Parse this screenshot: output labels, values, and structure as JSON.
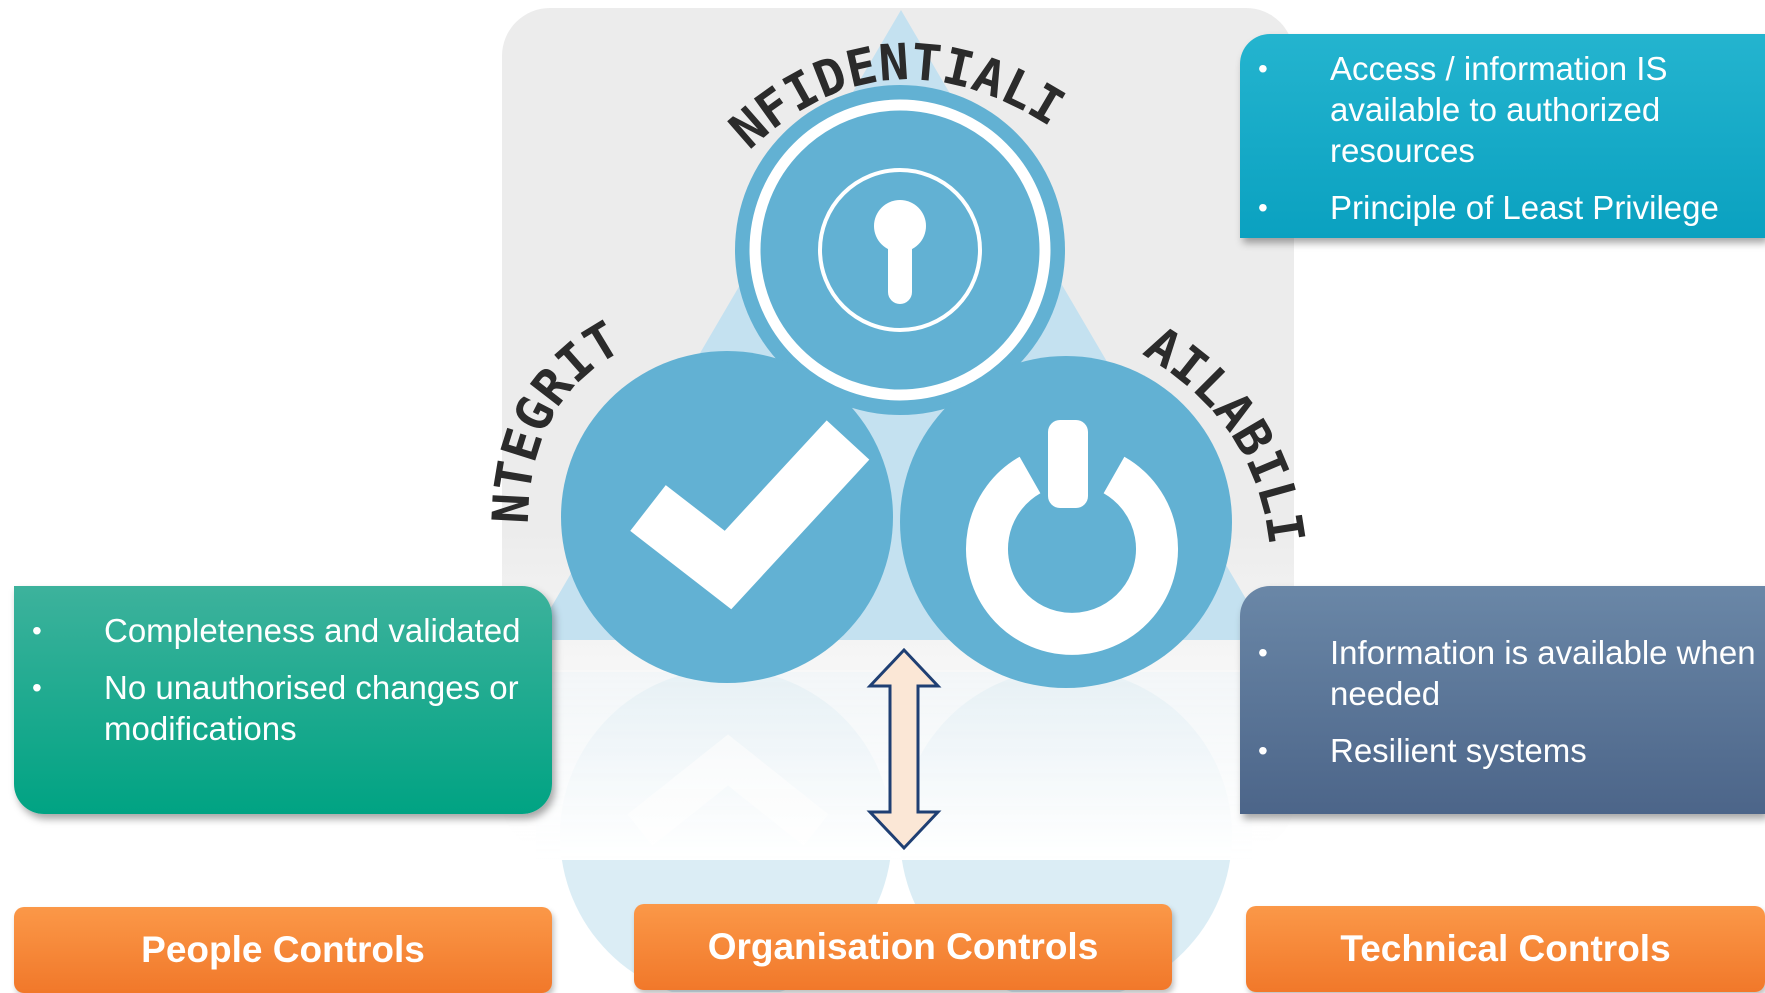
{
  "diagram": {
    "labels": {
      "confidentiality": "CONFIDENTIALITY",
      "integrity": "INTEGRITY",
      "availability": "AVAILABILITY"
    },
    "icons": [
      "lock-icon",
      "checkmark-icon",
      "power-icon",
      "double-arrow-icon"
    ]
  },
  "boxes": {
    "confidentiality": {
      "bullets": [
        "Access / information IS available to authorized resources",
        "Principle of Least Privilege"
      ]
    },
    "integrity": {
      "bullets": [
        "Completeness and validated",
        "No unauthorised changes or modifications"
      ]
    },
    "availability": {
      "bullets": [
        "Information is available when needed",
        "Resilient systems"
      ]
    }
  },
  "controls": {
    "people": "People Controls",
    "organisation": "Organisation Controls",
    "technical": "Technical Controls"
  },
  "colors": {
    "triangle": "#c4e1f0",
    "circle": "#62b1d3",
    "confidentiality_box": "#11a9c6",
    "integrity_box": "#14a98d",
    "availability_box": "#5a7598",
    "control_button": "#f4842f",
    "arrow_fill": "#fbe7d6",
    "arrow_stroke": "#1f3f73"
  }
}
